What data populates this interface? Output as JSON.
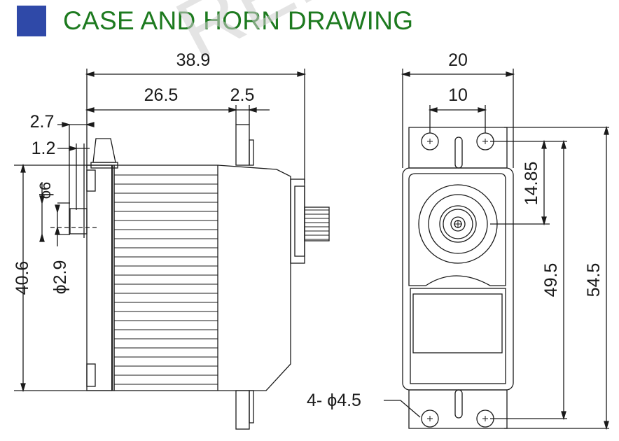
{
  "header": {
    "title": "CASE AND HORN DRAWING",
    "accent_color": "#2f49a8",
    "title_color": "#1d7a1f"
  },
  "watermark": {
    "text": "REF"
  },
  "dimensions": {
    "side_total_width": "38.9",
    "side_body_width": "26.5",
    "side_spline_offset": "2.5",
    "side_flange_thickness": "2.7",
    "side_tab_thickness": "1.2",
    "side_bearing_diameter": "6",
    "side_shaft_diameter": "2.9",
    "side_body_height": "40.6",
    "front_total_width": "20",
    "front_hole_spacing": "10",
    "front_shaft_offset": "14.85",
    "front_hole_pitch": "49.5",
    "front_total_length": "54.5",
    "front_mount_holes": "4- ",
    "front_mount_hole_diameter": "4.5",
    "diameter_symbol": "ϕ"
  }
}
